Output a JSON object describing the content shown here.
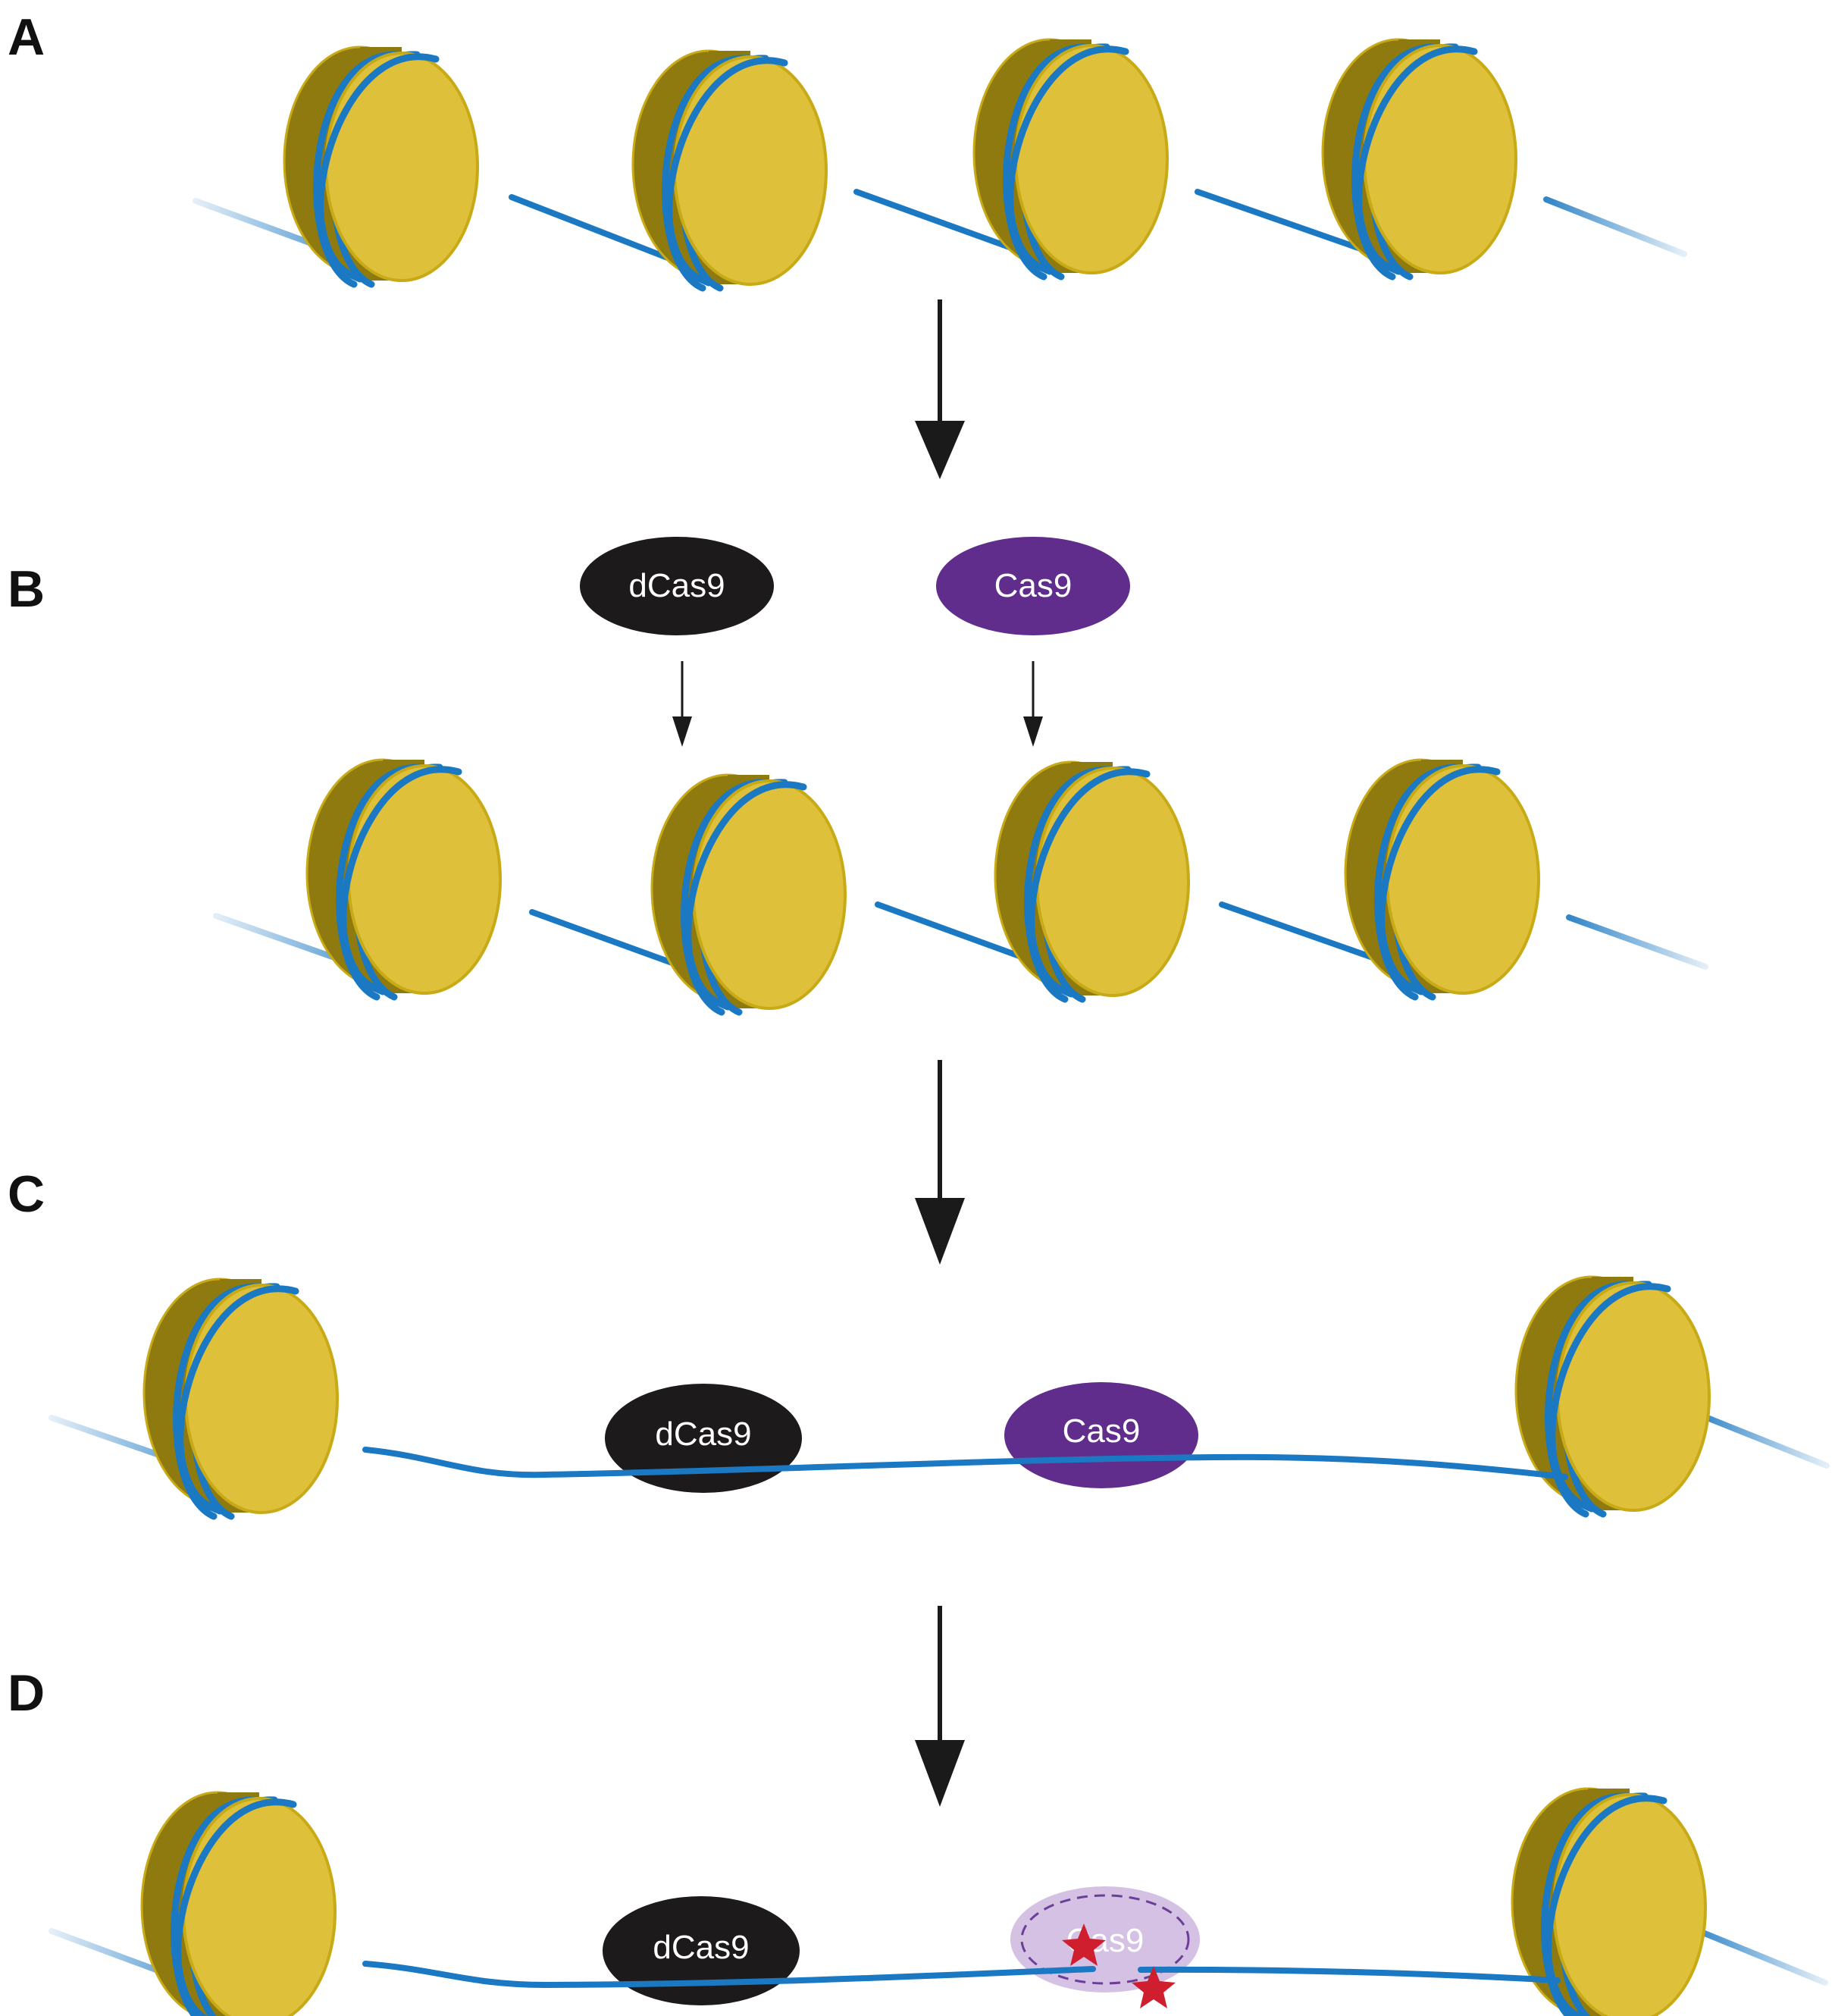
{
  "panels": [
    {
      "label": "A"
    },
    {
      "label": "B",
      "proteins": [
        {
          "name": "dCas9"
        },
        {
          "name": "Cas9"
        }
      ]
    },
    {
      "label": "C",
      "proteins": [
        {
          "name": "dCas9"
        },
        {
          "name": "Cas9"
        }
      ]
    },
    {
      "label": "D",
      "proteins": [
        {
          "name": "dCas9"
        },
        {
          "name": "Cas9",
          "state": "cleaved"
        }
      ]
    }
  ],
  "colors": {
    "histone_face": "#dec03a",
    "histone_side": "#8f7a10",
    "histone_outline": "#c8aa16",
    "dna": "#1b78c2",
    "dna_faded": "#a9d0ef",
    "dcas9": "#1c1a1a",
    "cas9": "#612d8c",
    "cas9_released": "#d4c1e3",
    "cas9_released_outline": "#6b3f98",
    "cut_mark": "#cf1f2e",
    "arrow": "#1a1a1a"
  }
}
